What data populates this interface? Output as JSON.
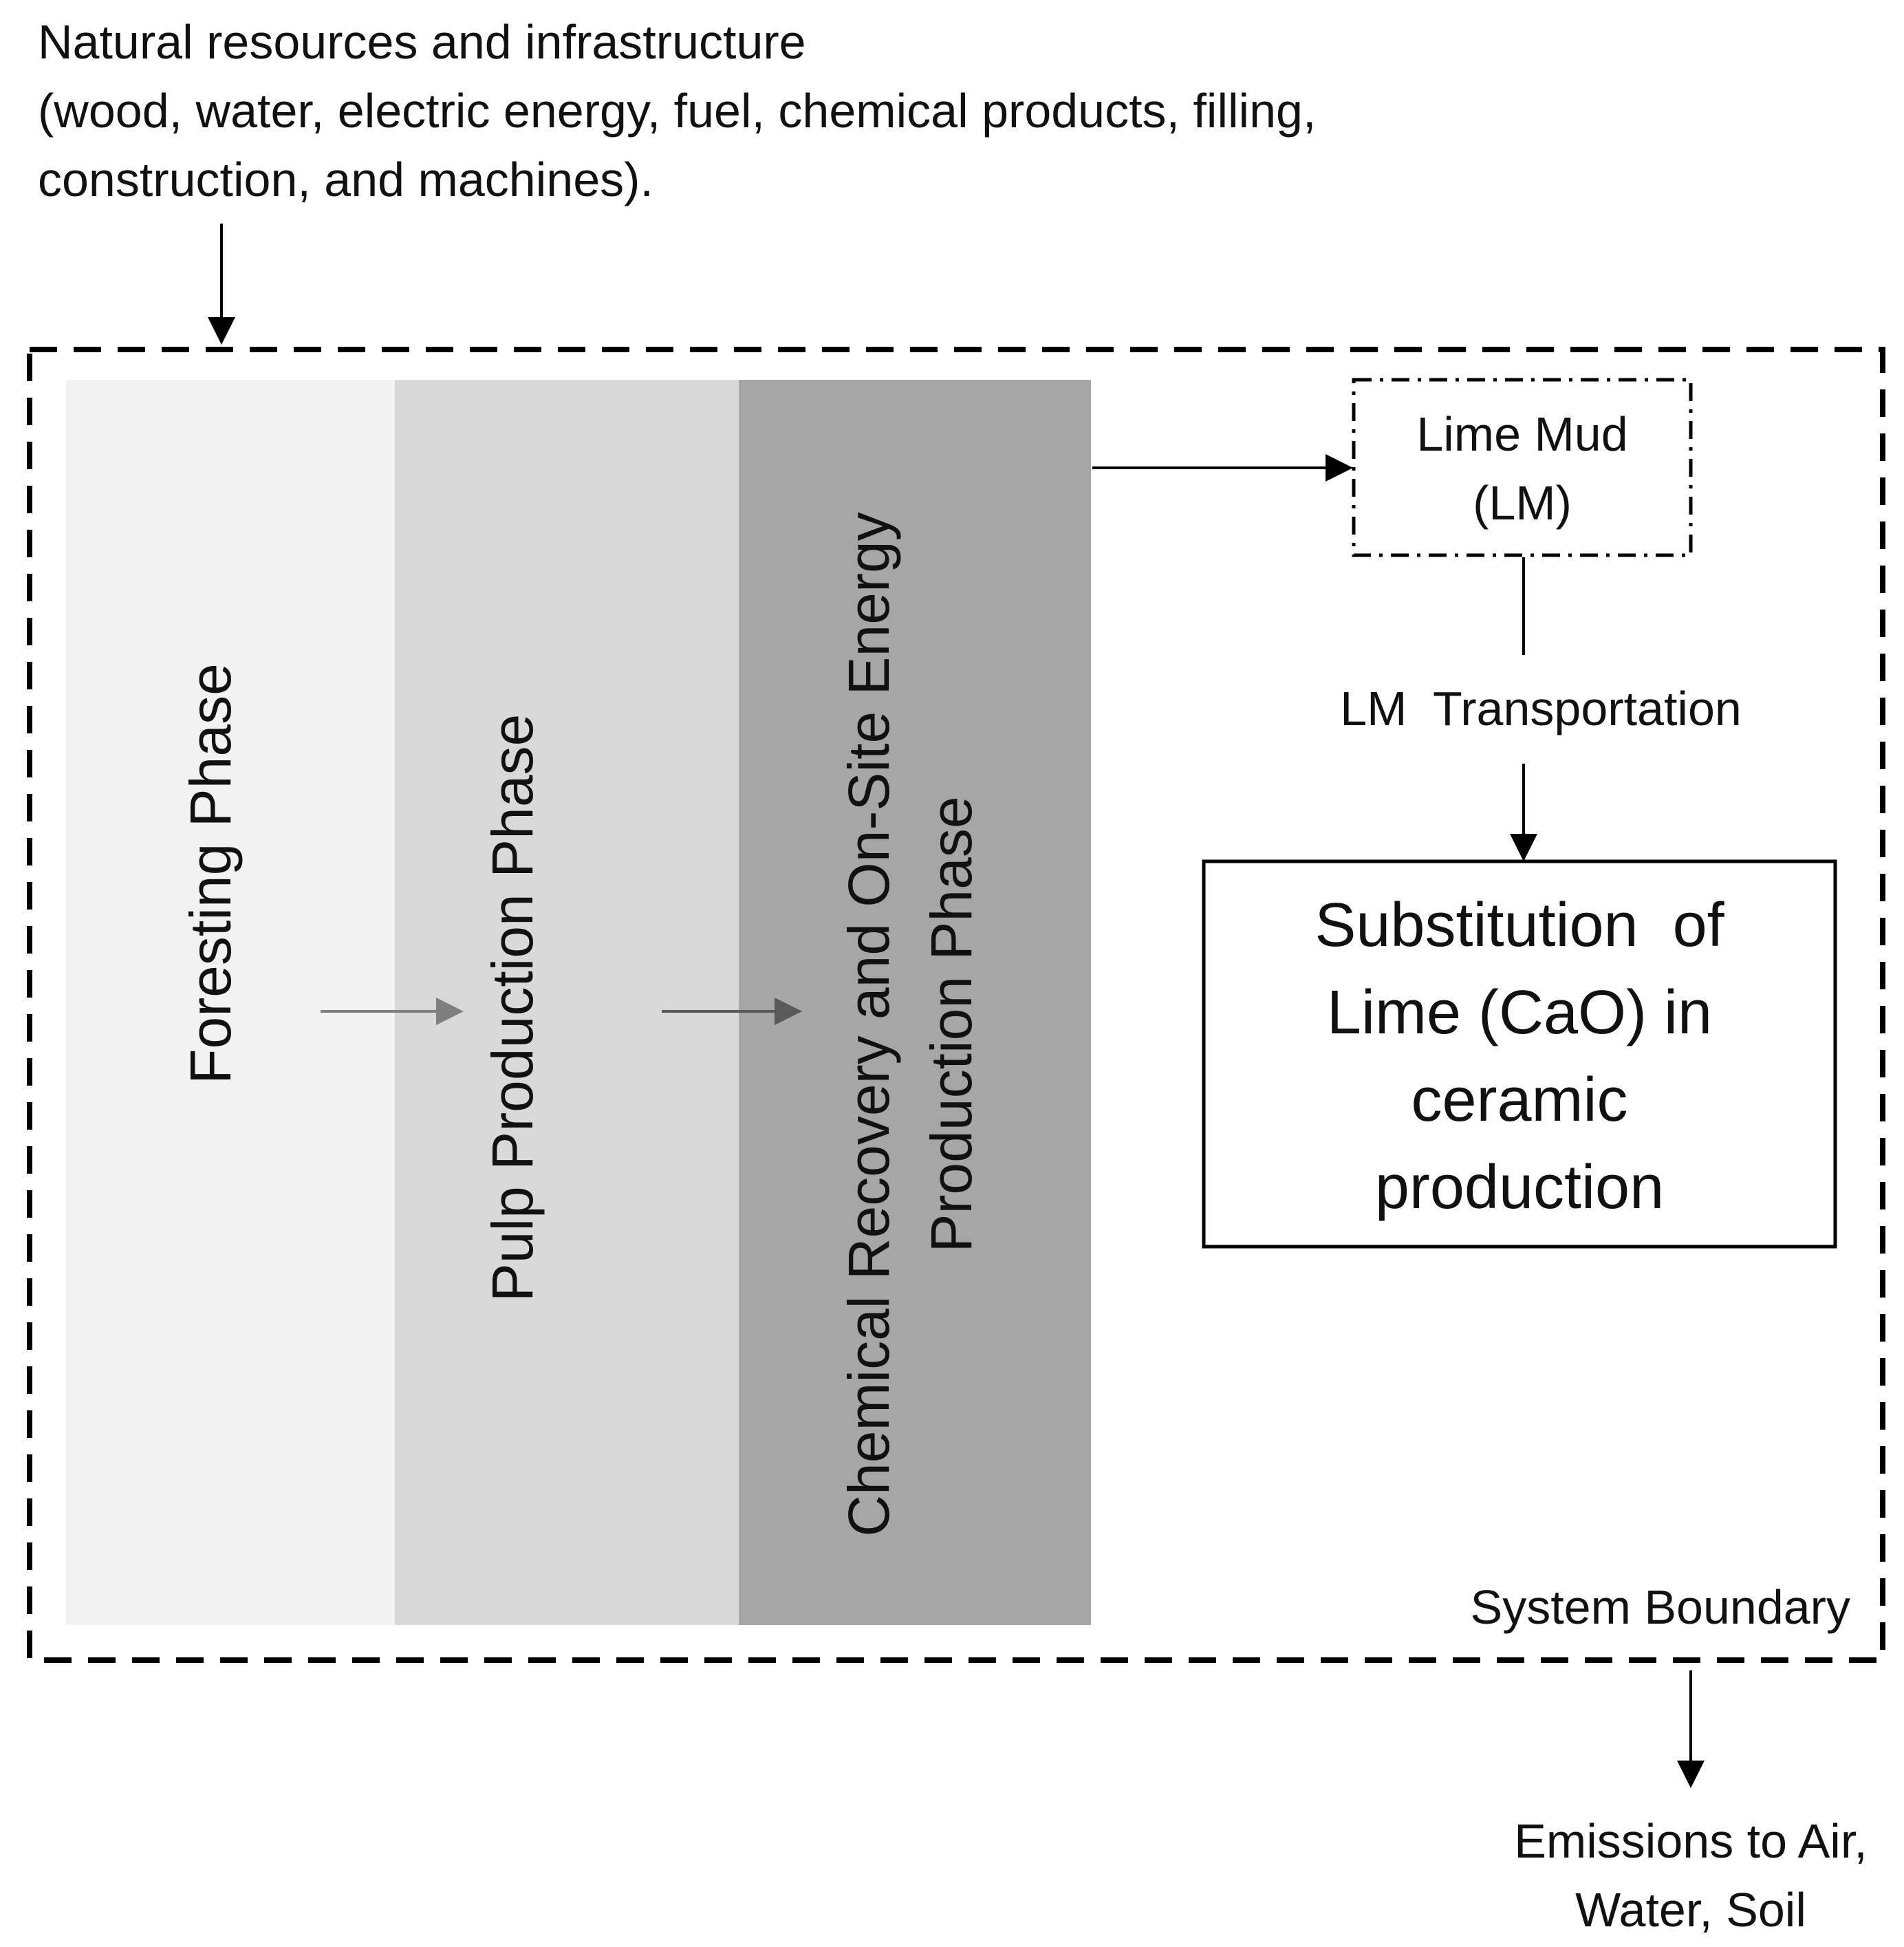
{
  "inputs": {
    "lines": [
      "Natural resources and infrastructure",
      "(wood, water, electric energy, fuel, chemical products, filling,",
      "construction, and machines)."
    ]
  },
  "phases": [
    {
      "label": "Foresting Phase",
      "color": "#f2f2f2"
    },
    {
      "label": "Pulp Production Phase",
      "color": "#d9d9d9"
    },
    {
      "label_lines": [
        "Chemical Recovery and On-Site Energy",
        "Production Phase"
      ],
      "color": "#a6a6a6"
    }
  ],
  "lime_mud": {
    "lines": [
      "Lime Mud",
      "(LM)"
    ]
  },
  "transport": {
    "label": "LM  Transportation"
  },
  "substitution": {
    "lines": [
      "Substitution  of",
      "Lime (CaO) in",
      "ceramic",
      "production"
    ]
  },
  "boundary": {
    "label": "System Boundary"
  },
  "emissions": {
    "lines": [
      "Emissions to Air,",
      "Water, Soil"
    ]
  }
}
